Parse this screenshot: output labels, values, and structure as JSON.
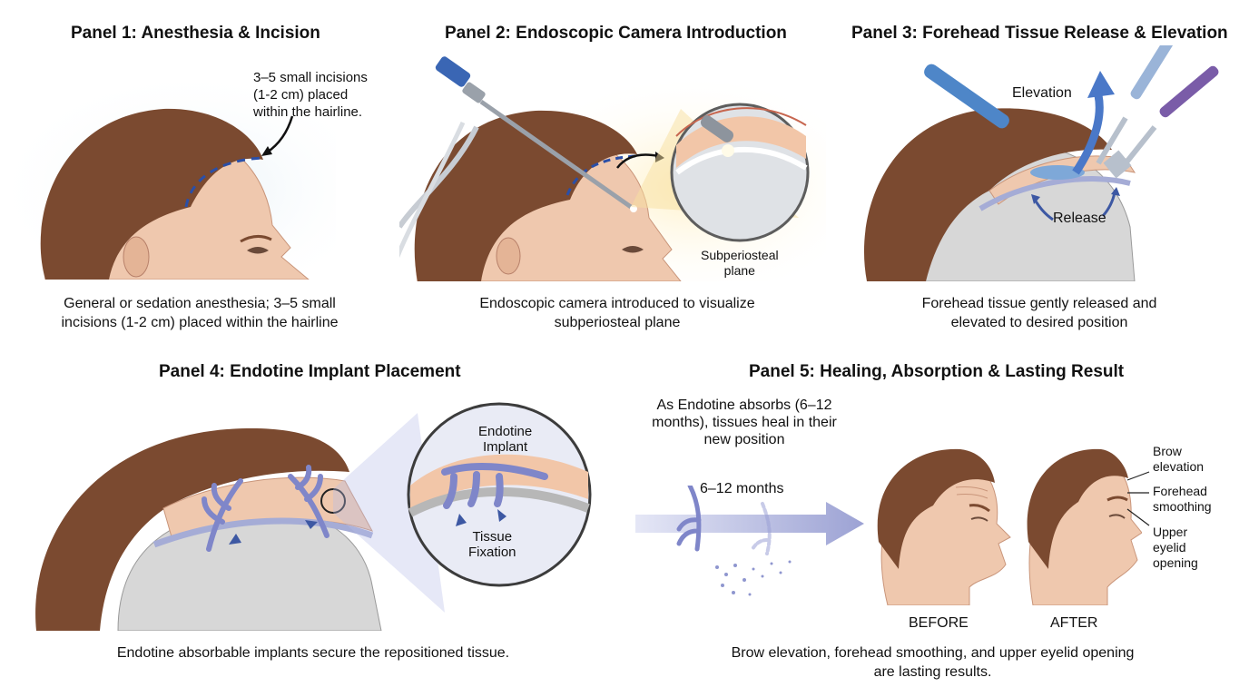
{
  "panel1": {
    "title": "Panel 1: Anesthesia & Incision",
    "callout": [
      "3–5 small incisions",
      "(1-2 cm) placed",
      "within the hairline."
    ],
    "caption": [
      "General or sedation anesthesia; 3–5 small",
      "incisions (1-2 cm) placed within the hairline"
    ]
  },
  "panel2": {
    "title": "Panel 2: Endoscopic Camera Introduction",
    "inset_label": [
      "Subperiosteal",
      "plane"
    ],
    "caption": [
      "Endoscopic camera introduced to visualize",
      "subperiosteal plane"
    ]
  },
  "panel3": {
    "title": "Panel 3: Forehead Tissue Release & Elevation",
    "elevation_label": "Elevation",
    "release_label": "Release",
    "caption": [
      "Forehead tissue gently released and",
      "elevated to desired position"
    ]
  },
  "panel4": {
    "title": "Panel 4: Endotine Implant Placement",
    "implant_label": [
      "Endotine",
      "Implant"
    ],
    "fixation_label": [
      "Tissue",
      "Fixation"
    ],
    "caption": "Endotine absorbable implants secure the repositioned tissue."
  },
  "panel5": {
    "title": "Panel 5: Healing, Absorption & Lasting Result",
    "absorb_note": [
      "As Endotine absorbs (6–12",
      "months), tissues heal in their",
      "new position"
    ],
    "months_label": "6–12 months",
    "before_label": "BEFORE",
    "after_label": "AFTER",
    "result_labels": [
      [
        "Brow",
        "elevation"
      ],
      [
        "Forehead",
        "smoothing"
      ],
      [
        "Upper",
        "eyelid",
        "opening"
      ]
    ],
    "caption": [
      "Brow elevation, forehead smoothing, and upper eyelid opening",
      "are lasting results."
    ]
  },
  "colors": {
    "hair": "#7b4a30",
    "skin": "#efc8ae",
    "implant": "#7f86c9",
    "arrow": "#4a5fa8",
    "background_glow": "#dcebf3"
  },
  "icons": [
    "curved-arrow-icon",
    "endoscope-icon",
    "elevator-instrument-icon",
    "implant-icon",
    "skull-icon",
    "face-profile-icon"
  ]
}
